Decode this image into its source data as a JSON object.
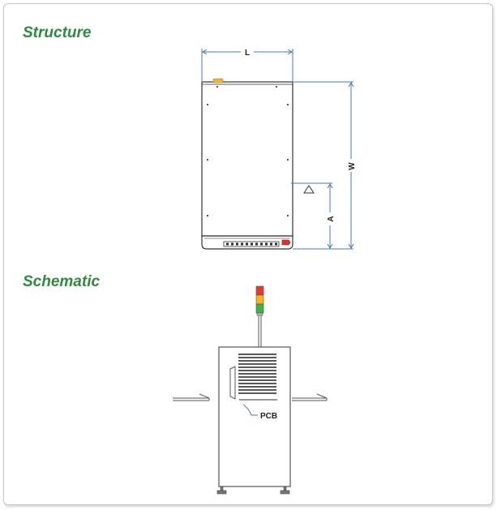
{
  "headings": {
    "structure": "Structure",
    "schematic": "Schematic"
  },
  "structure": {
    "dim_length": "L",
    "dim_width": "W",
    "dim_a": "A"
  },
  "schematic": {
    "pcb_label": "PCB",
    "tower_colors": [
      "#e53935",
      "#f3b81c",
      "#39b54a"
    ]
  },
  "colors": {
    "heading": "#2e8b3e",
    "dimension_line": "#4a78b8",
    "outline": "#555555"
  }
}
